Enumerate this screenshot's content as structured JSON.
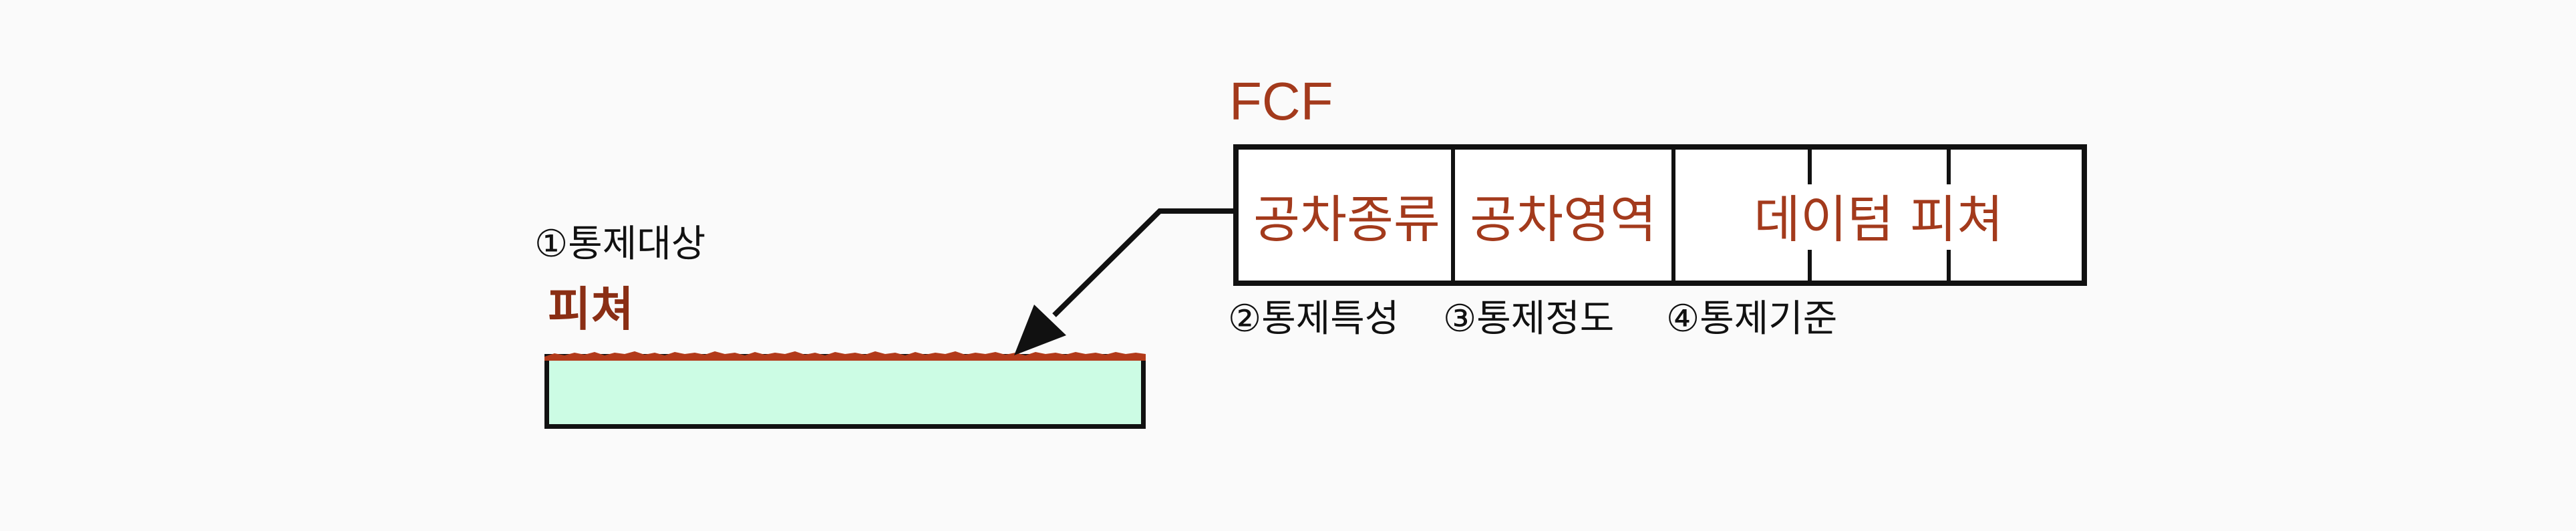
{
  "fcf": {
    "title": "FCF",
    "cells": [
      {
        "label": "공차종류"
      },
      {
        "label": "공차영역"
      },
      {
        "label": "데이텀 피쳐"
      }
    ]
  },
  "captions": {
    "control_target": "①통제대상",
    "control_characteristic": "②통제특성",
    "control_degree": "③통제정도",
    "control_datum": "④통제기준"
  },
  "feature": {
    "label": "피쳐"
  },
  "colors": {
    "accent_text": "#a33a1c",
    "feature_fill": "#ccfce4",
    "outline": "#111111",
    "surface_texture": "#b33a1a"
  }
}
